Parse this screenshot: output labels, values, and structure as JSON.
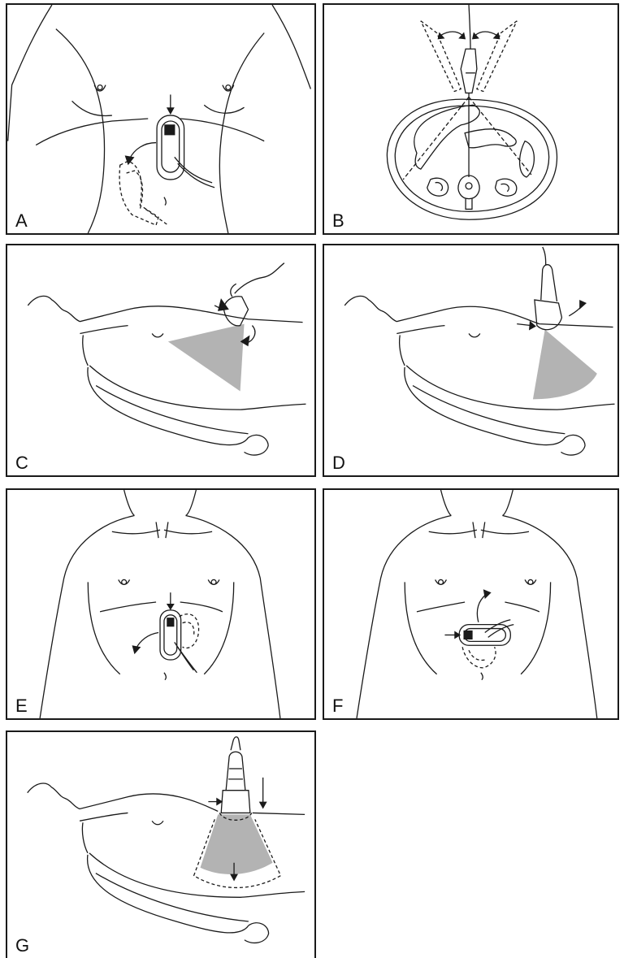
{
  "panels": [
    {
      "id": "A",
      "label": "A",
      "view": "supine-torso-front"
    },
    {
      "id": "B",
      "label": "B",
      "view": "axial-cross-section"
    },
    {
      "id": "C",
      "label": "C",
      "view": "supine-side-probe-tilt-cranial"
    },
    {
      "id": "D",
      "label": "D",
      "view": "supine-side-probe-tilt-caudal"
    },
    {
      "id": "E",
      "label": "E",
      "view": "upper-torso-front-longitudinal"
    },
    {
      "id": "F",
      "label": "F",
      "view": "upper-torso-front-transverse"
    },
    {
      "id": "G",
      "label": "G",
      "view": "supine-side-probe-compression"
    }
  ],
  "colors": {
    "line": "#1a1a1a",
    "beam": "#b3b3b3",
    "paper": "#ffffff"
  }
}
